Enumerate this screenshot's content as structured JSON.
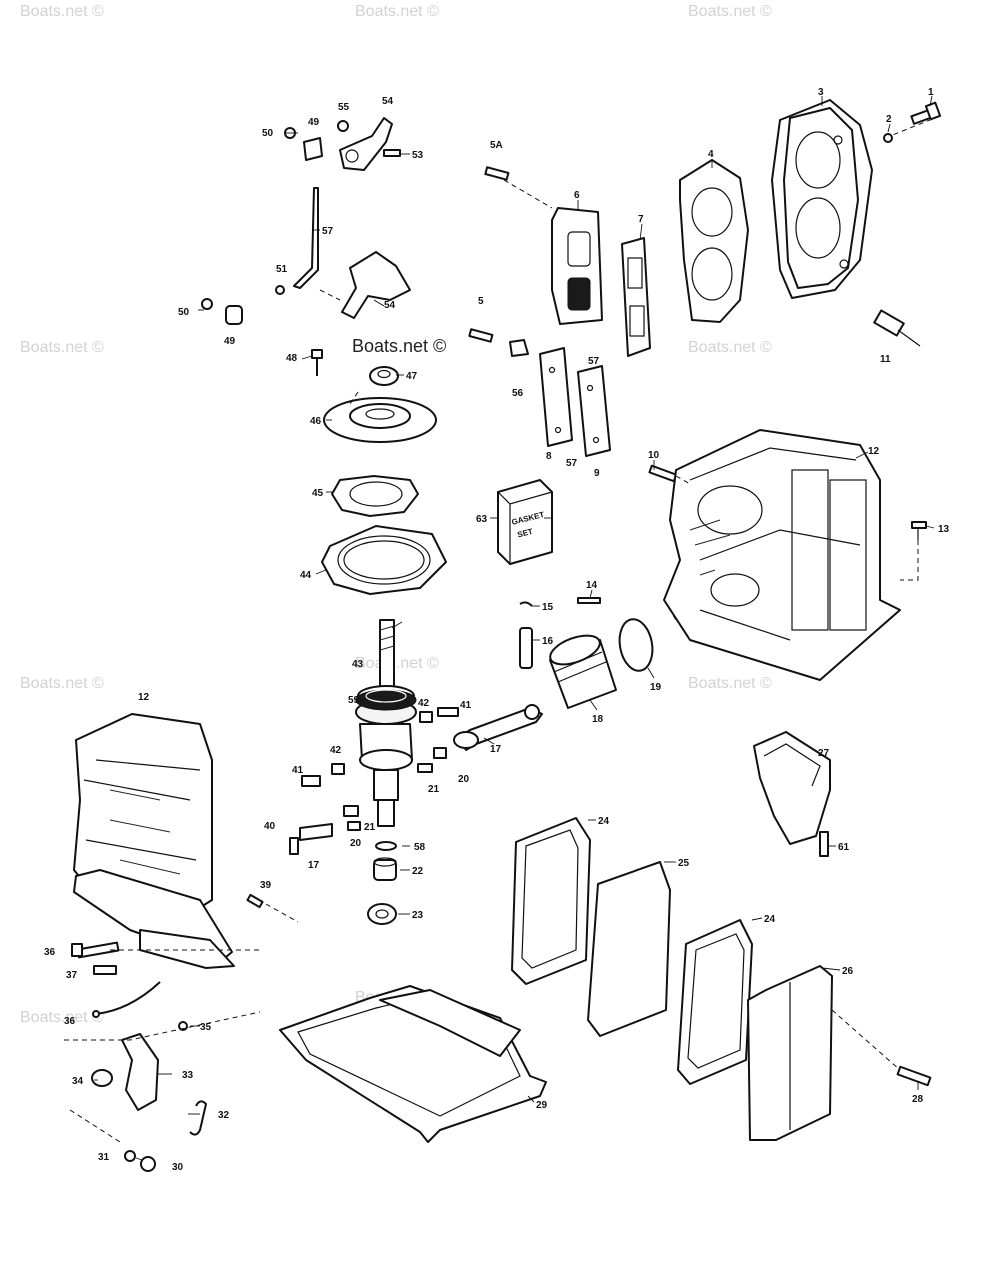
{
  "watermark": {
    "text": "Boats.net ©",
    "featured_text": "Boats.net ©"
  },
  "gasket_set_label": [
    "GASKET",
    "SET"
  ],
  "callouts": {
    "c1": "1",
    "c2": "2",
    "c3": "3",
    "c4": "4",
    "c5": "5",
    "c5a": "5A",
    "c6": "6",
    "c7": "7",
    "c8": "8",
    "c9": "9",
    "c10": "10",
    "c11": "11",
    "c12a": "12",
    "c12b": "12",
    "c13": "13",
    "c14": "14",
    "c15": "15",
    "c16": "16",
    "c17a": "17",
    "c17b": "17",
    "c18": "18",
    "c19": "19",
    "c20a": "20",
    "c20b": "20",
    "c21a": "21",
    "c21b": "21",
    "c22": "22",
    "c23": "23",
    "c24a": "24",
    "c24b": "24",
    "c25": "25",
    "c26": "26",
    "c27": "27",
    "c28": "28",
    "c29": "29",
    "c30": "30",
    "c31": "31",
    "c32": "32",
    "c33": "33",
    "c34": "34",
    "c35": "35",
    "c36a": "36",
    "c36b": "36",
    "c37": "37",
    "c39": "39",
    "c40": "40",
    "c41a": "41",
    "c41b": "41",
    "c42a": "42",
    "c42b": "42",
    "c43": "43",
    "c44": "44",
    "c45": "45",
    "c46": "46",
    "c47": "47",
    "c48": "48",
    "c49a": "49",
    "c49b": "49",
    "c50a": "50",
    "c50b": "50",
    "c51": "51",
    "c53": "53",
    "c54a": "54",
    "c54b": "54",
    "c55": "55",
    "c56": "56",
    "c57a": "57",
    "c57b": "57",
    "c57c": "57",
    "c58": "58",
    "c59": "59",
    "c61": "61",
    "c63": "63"
  }
}
